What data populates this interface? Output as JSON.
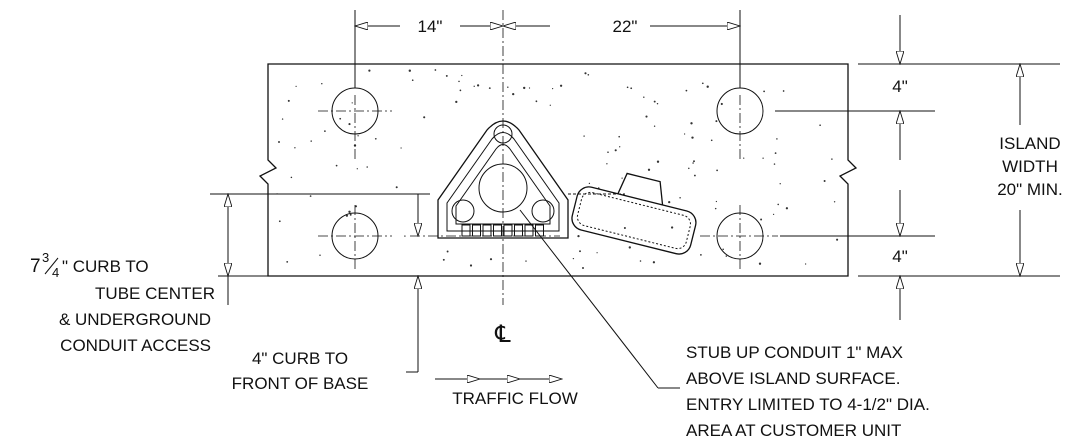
{
  "dims": {
    "left_spacing": "14\"",
    "right_spacing": "22\"",
    "top_edge": "4\"",
    "bottom_edge": "4\""
  },
  "labels": {
    "island_width": [
      "ISLAND",
      "WIDTH",
      "20\" MIN."
    ],
    "curb_to_tube_frac": {
      "whole": "7",
      "num": "3",
      "den": "4",
      "rest": "\" CURB TO"
    },
    "curb_to_tube": [
      "TUBE CENTER",
      "& UNDERGROUND",
      "CONDUIT ACCESS"
    ],
    "curb_to_base": [
      "4\" CURB TO",
      "FRONT OF BASE"
    ],
    "traffic_flow": "TRAFFIC FLOW",
    "centerline": "℄",
    "stub_up": [
      "STUB UP CONDUIT 1\" MAX",
      "ABOVE ISLAND SURFACE.",
      "ENTRY LIMITED TO 4-1/2\" DIA.",
      "AREA AT CUSTOMER UNIT"
    ]
  }
}
